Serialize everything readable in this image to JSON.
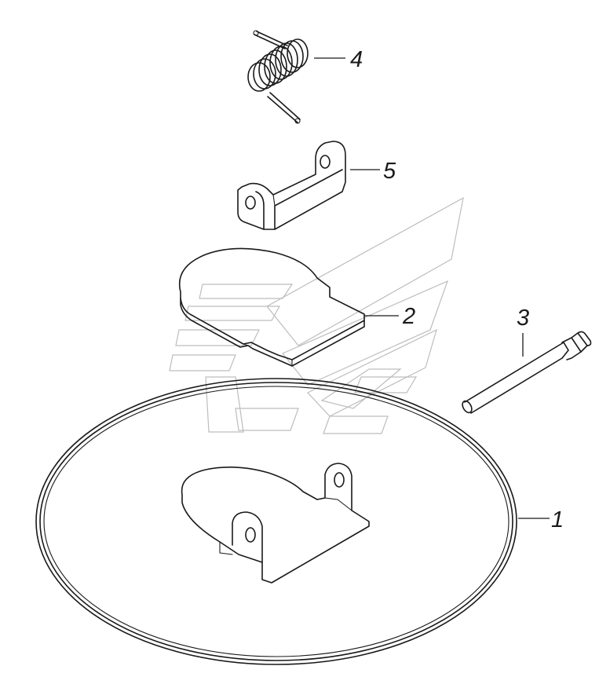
{
  "callouts": [
    {
      "id": "1",
      "text": "1"
    },
    {
      "id": "2",
      "text": "2"
    },
    {
      "id": "3",
      "text": "3"
    },
    {
      "id": "4",
      "text": "4"
    },
    {
      "id": "5",
      "text": "5"
    }
  ],
  "colors": {
    "ink": "#1a1a1a",
    "watermark": "#bdbdbd",
    "background": "#ffffff"
  },
  "watermark_icon": "kamaz-logo-watermark"
}
